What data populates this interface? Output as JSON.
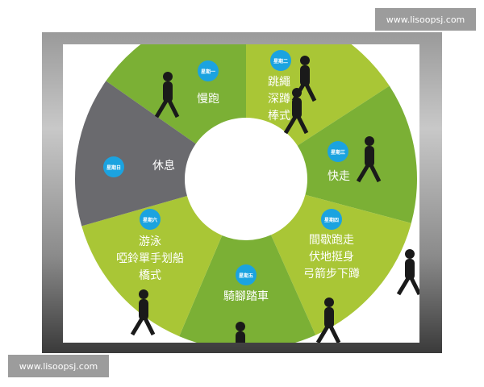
{
  "watermark": "www.lisoopsj.com",
  "colors": {
    "dark_green": "#7bb035",
    "lime": "#a9c636",
    "gray": "#6a6a6e",
    "badge": "#1ba3e0"
  },
  "days": [
    {
      "day": "星期一",
      "lines": [
        "慢跑"
      ]
    },
    {
      "day": "星期二",
      "lines": [
        "跳繩",
        "深蹲",
        "棒式"
      ]
    },
    {
      "day": "星期三",
      "lines": [
        "快走"
      ]
    },
    {
      "day": "星期四",
      "lines": [
        "間歇跑走",
        "伏地挺身",
        "弓箭步下蹲"
      ]
    },
    {
      "day": "星期五",
      "lines": [
        "騎腳踏車"
      ]
    },
    {
      "day": "星期六",
      "lines": [
        "游泳",
        "啞鈴單手划船",
        "橋式"
      ]
    },
    {
      "day": "星期日",
      "lines": [
        "休息"
      ]
    }
  ]
}
